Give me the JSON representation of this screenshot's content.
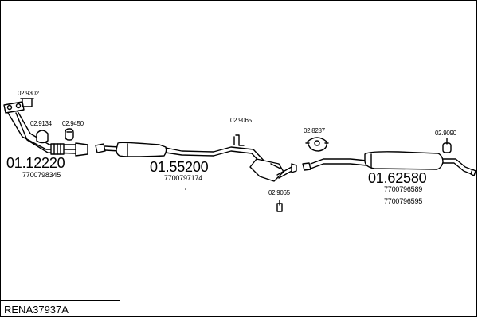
{
  "reference": "RENA37937A",
  "assemblies": [
    {
      "part_no": "01.12220",
      "oem": [
        "7700798345"
      ]
    },
    {
      "part_no": "01.55200",
      "oem": [
        "7700797174"
      ]
    },
    {
      "part_no": "01.62580",
      "oem": [
        "7700796589",
        "7700796595"
      ]
    }
  ],
  "fittings": [
    "02.9302",
    "02.9134",
    "02.9450",
    "02.9065",
    "02.9065",
    "02.8287",
    "02.9090"
  ]
}
